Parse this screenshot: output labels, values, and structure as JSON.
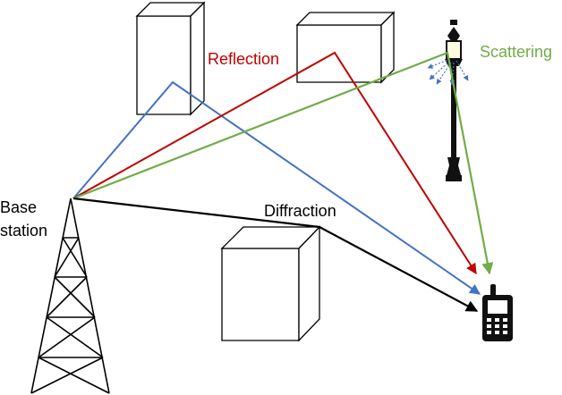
{
  "labels": {
    "reflection": "Reflection",
    "scattering": "Scattering",
    "diffraction": "Diffraction",
    "base_line1": "Base",
    "base_line2": "station"
  },
  "colors": {
    "reflection": "#c00000",
    "scattering": "#70ad47",
    "direct": "#4472c4",
    "diffraction": "#000000"
  }
}
